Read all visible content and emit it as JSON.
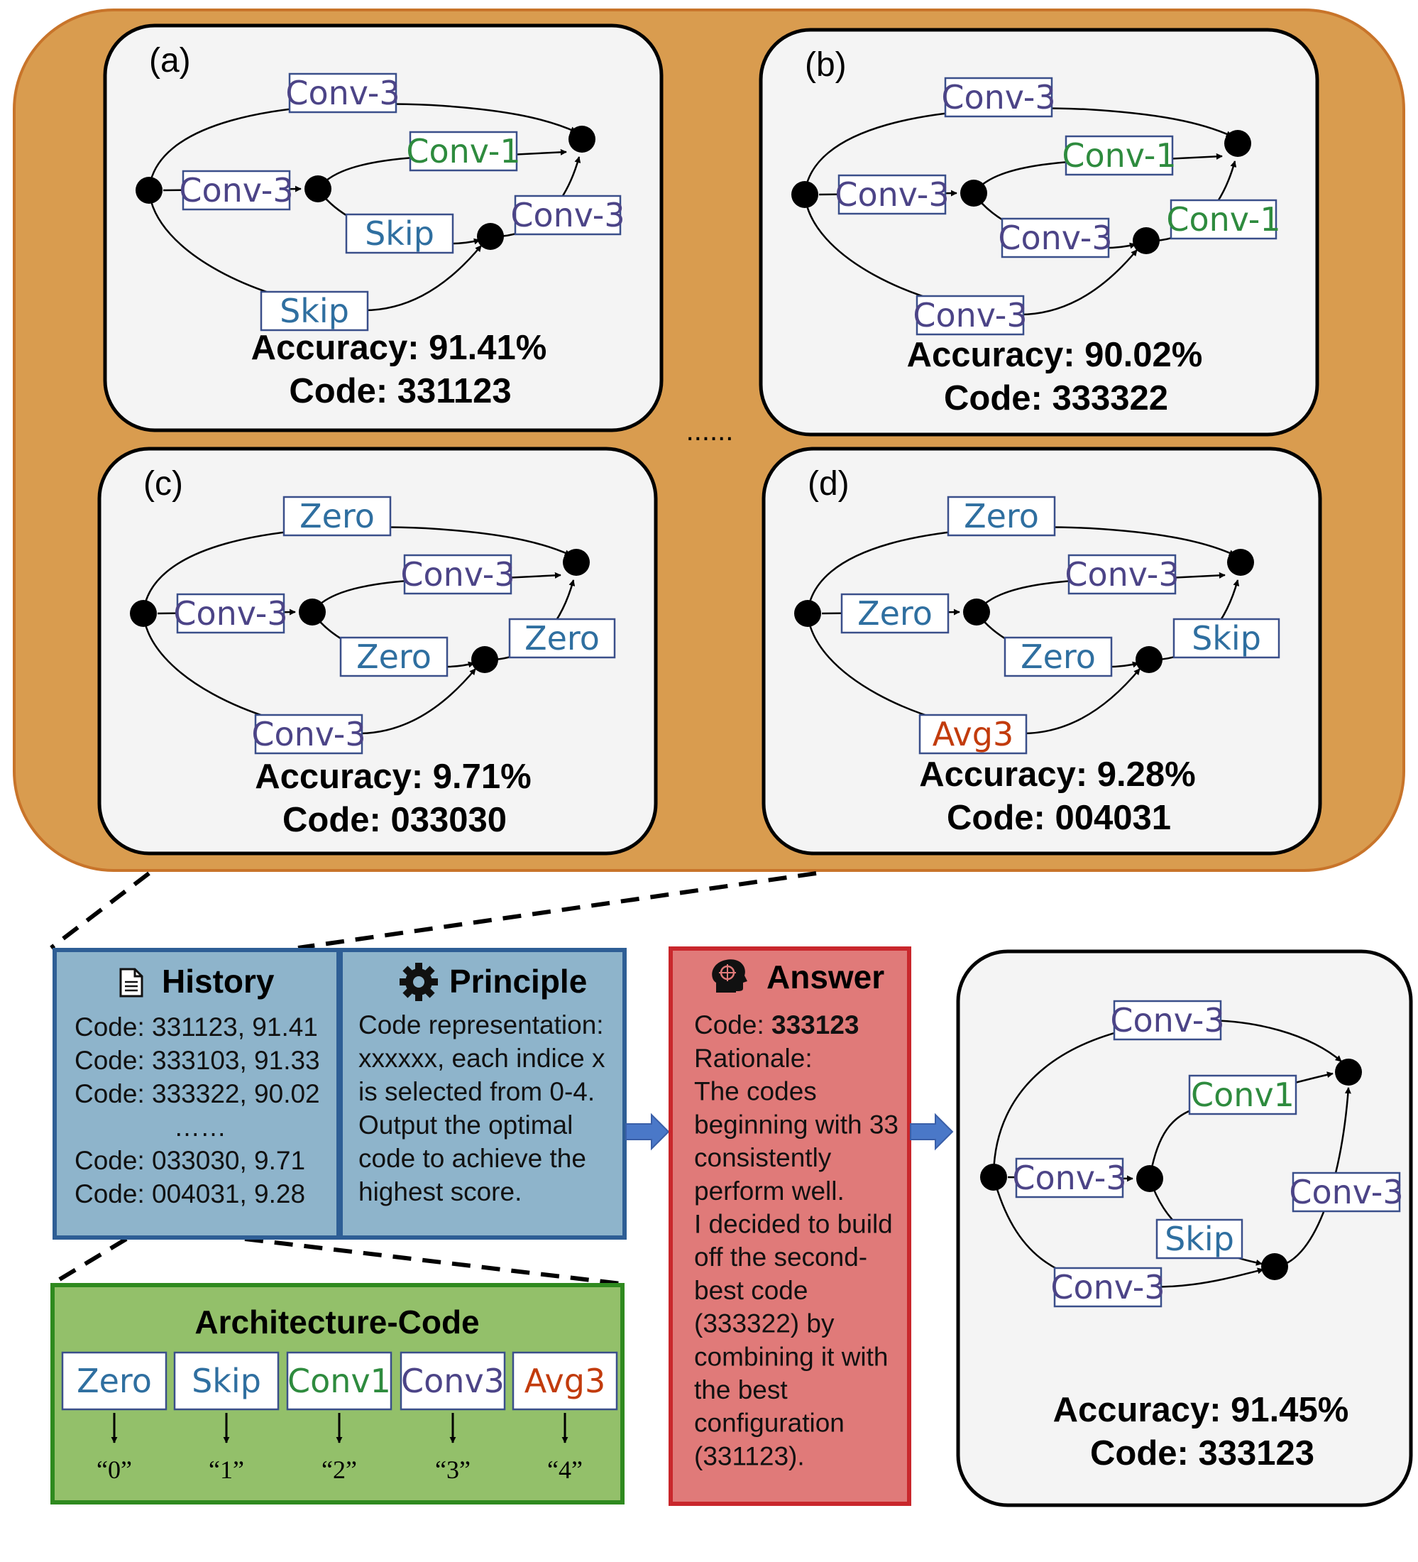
{
  "colors": {
    "orange_bg": "#d99c4f",
    "orange_border": "#c8742a",
    "panel_bg": "#f4f4f4",
    "blue_box": "#8eb4cb",
    "blue_border": "#2e5e95",
    "red_box": "#e07a79",
    "red_border": "#c9272c",
    "green_box": "#93c06a",
    "green_border": "#2f8a1f",
    "arrow_blue": "#4a78c8",
    "op_zero": "#2f6fa0",
    "op_skip": "#2f6fa0",
    "op_conv1": "#2e8b3e",
    "op_conv3": "#4c4487",
    "op_avg3": "#c23b0c"
  },
  "separator": "......",
  "cells": [
    {
      "tag": "(a)",
      "accuracy": "Accuracy: 91.41%",
      "code": "Code: 331123",
      "ops": {
        "top": {
          "label": "Conv-3",
          "kind": "conv3"
        },
        "in_mid": {
          "label": "Conv-3",
          "kind": "conv3"
        },
        "mid_out": {
          "label": "Conv-1",
          "kind": "conv1"
        },
        "mid_low": {
          "label": "Skip",
          "kind": "skip"
        },
        "bottom": {
          "label": "Skip",
          "kind": "skip"
        },
        "low_out": {
          "label": "Conv-3",
          "kind": "conv3"
        }
      }
    },
    {
      "tag": "(b)",
      "accuracy": "Accuracy: 90.02%",
      "code": "Code: 333322",
      "ops": {
        "top": {
          "label": "Conv-3",
          "kind": "conv3"
        },
        "in_mid": {
          "label": "Conv-3",
          "kind": "conv3"
        },
        "mid_out": {
          "label": "Conv-1",
          "kind": "conv1"
        },
        "mid_low": {
          "label": "Conv-3",
          "kind": "conv3"
        },
        "bottom": {
          "label": "Conv-3",
          "kind": "conv3"
        },
        "low_out": {
          "label": "Conv-1",
          "kind": "conv1"
        }
      }
    },
    {
      "tag": "(c)",
      "accuracy": "Accuracy: 9.71%",
      "code": "Code: 033030",
      "ops": {
        "top": {
          "label": "Zero",
          "kind": "zero"
        },
        "in_mid": {
          "label": "Conv-3",
          "kind": "conv3"
        },
        "mid_out": {
          "label": "Conv-3",
          "kind": "conv3"
        },
        "mid_low": {
          "label": "Zero",
          "kind": "zero"
        },
        "bottom": {
          "label": "Conv-3",
          "kind": "conv3"
        },
        "low_out": {
          "label": "Zero",
          "kind": "zero"
        }
      }
    },
    {
      "tag": "(d)",
      "accuracy": "Accuracy: 9.28%",
      "code": "Code: 004031",
      "ops": {
        "top": {
          "label": "Zero",
          "kind": "zero"
        },
        "in_mid": {
          "label": "Zero",
          "kind": "zero"
        },
        "mid_out": {
          "label": "Conv-3",
          "kind": "conv3"
        },
        "mid_low": {
          "label": "Zero",
          "kind": "zero"
        },
        "bottom": {
          "label": "Avg3",
          "kind": "avg3"
        },
        "low_out": {
          "label": "Skip",
          "kind": "skip"
        }
      }
    }
  ],
  "history": {
    "title": "History",
    "icon": "document-icon",
    "lines": [
      "Code: 331123, 91.41",
      "Code: 333103, 91.33",
      "Code: 333322, 90.02",
      "……",
      "Code: 033030, 9.71",
      "Code: 004031, 9.28"
    ]
  },
  "principle": {
    "title": "Principle",
    "icon": "gear-icon",
    "lines": [
      "Code representation:",
      "xxxxxx, each indice x",
      "is selected from 0-4.",
      "Output the optimal",
      "code to achieve the",
      "highest score."
    ]
  },
  "answer": {
    "title": "Answer",
    "icon": "brain-head-icon",
    "code_label": "Code: ",
    "code_value": "333123",
    "lines": [
      "Rationale:",
      "The codes",
      "beginning with 33",
      "consistently",
      "perform well.",
      "I decided to build",
      "off the second-",
      "best code",
      "(333322) by",
      "combining it with",
      "the best",
      "configuration",
      "(331123)."
    ]
  },
  "result": {
    "accuracy": "Accuracy: 91.45%",
    "code": "Code: 333123",
    "ops": {
      "top": {
        "label": "Conv-3",
        "kind": "conv3"
      },
      "mid_out": {
        "label": "Conv1",
        "kind": "conv1"
      },
      "in_mid": {
        "label": "Conv-3",
        "kind": "conv3"
      },
      "mid_low": {
        "label": "Skip",
        "kind": "skip"
      },
      "bottom": {
        "label": "Conv-3",
        "kind": "conv3"
      },
      "low_out": {
        "label": "Conv-3",
        "kind": "conv3"
      }
    }
  },
  "arch_code": {
    "title": "Architecture-Code",
    "items": [
      {
        "label": "Zero",
        "kind": "zero",
        "code": "“0”"
      },
      {
        "label": "Skip",
        "kind": "skip",
        "code": "“1”"
      },
      {
        "label": "Conv1",
        "kind": "conv1",
        "code": "“2”"
      },
      {
        "label": "Conv3",
        "kind": "conv3",
        "code": "“3”"
      },
      {
        "label": "Avg3",
        "kind": "avg3",
        "code": "“4”"
      }
    ]
  }
}
